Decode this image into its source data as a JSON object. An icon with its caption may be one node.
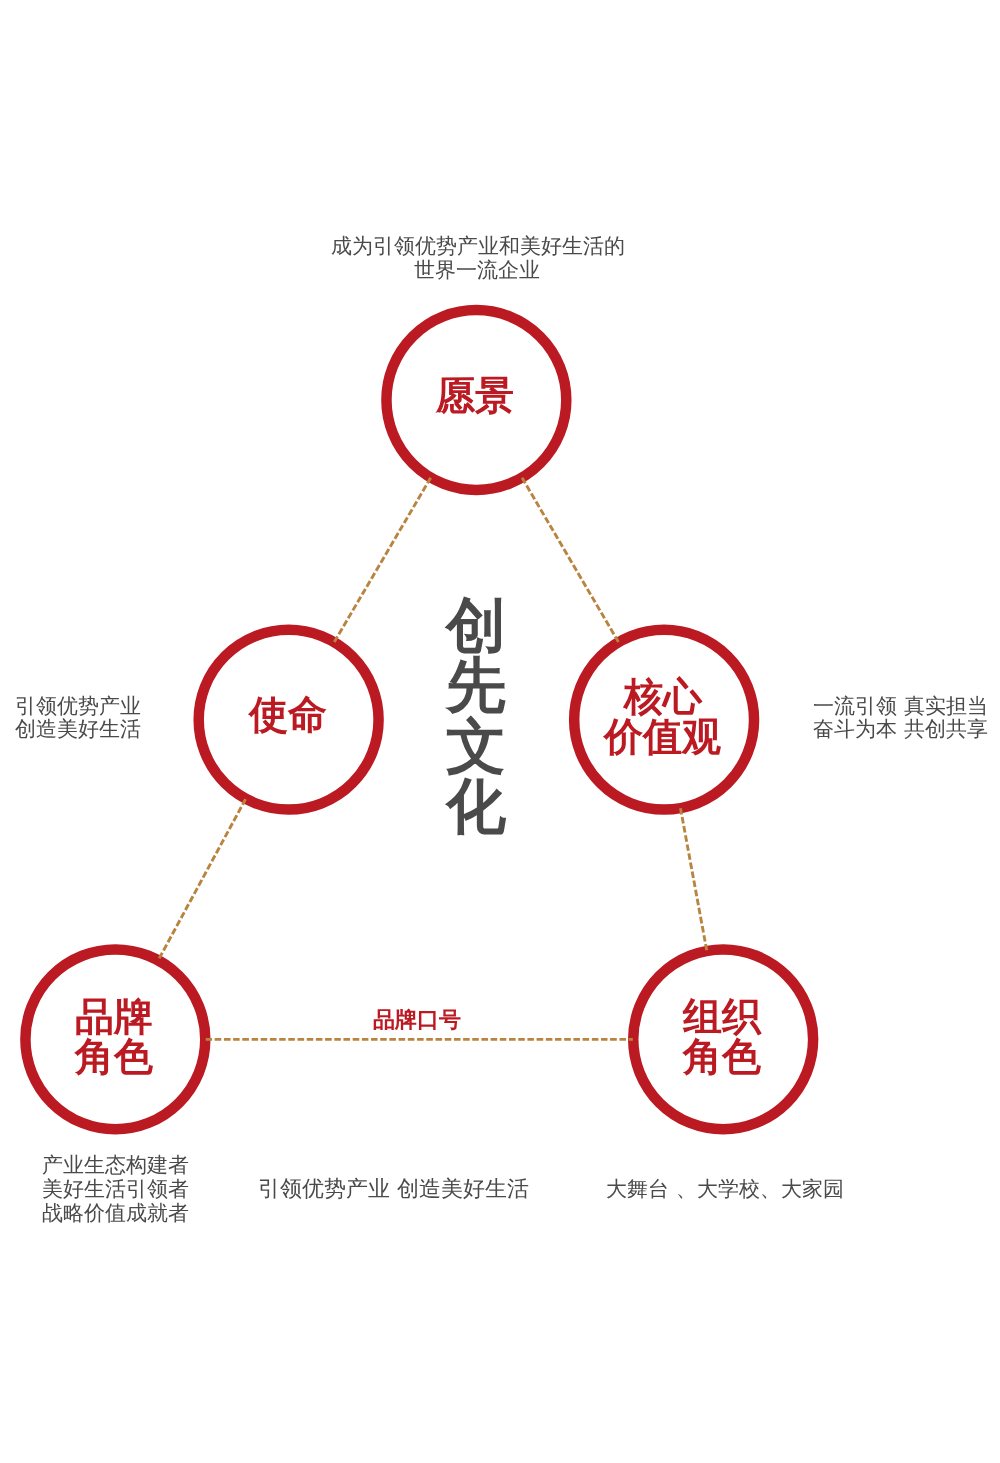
{
  "diagram": {
    "nodes": [
      {
        "text": [
          "愿景"
        ],
        "beside": [
          "成为引领优势产业和美好生活的世界一流企业"
        ]
      },
      {
        "text": [
          "使命"
        ],
        "beside": [
          "引领优势产业创造美好生活"
        ]
      },
      {
        "text": [
          "核心价值观"
        ],
        "beside": [
          "一流引领 真实担当",
          "奋斗为本 共创共享"
        ]
      },
      {
        "text": [
          "品牌角色"
        ],
        "beside": [
          "产业生态构建者",
          "美好生活引领者",
          "战略价值成就者"
        ]
      },
      {
        "text": [
          "组织角色"
        ],
        "beside": [
          "大舞台 、大学校、大家园"
        ]
      }
    ],
    "edges": [
      {
        "from": 0,
        "to": 1,
        "arrow": "none",
        "style": "dashed"
      },
      {
        "from": 0,
        "to": 2,
        "arrow": "none",
        "style": "dashed"
      },
      {
        "from": 1,
        "to": 3,
        "arrow": "none",
        "style": "dashed"
      },
      {
        "from": 2,
        "to": 4,
        "arrow": "none",
        "style": "dashed"
      },
      {
        "from": 3,
        "to": 4,
        "arrow": "none",
        "style": "dashed",
        "label": "品牌口号"
      }
    ],
    "labels": [
      "创先文化",
      "引领优势产业 创造美好生活"
    ]
  }
}
